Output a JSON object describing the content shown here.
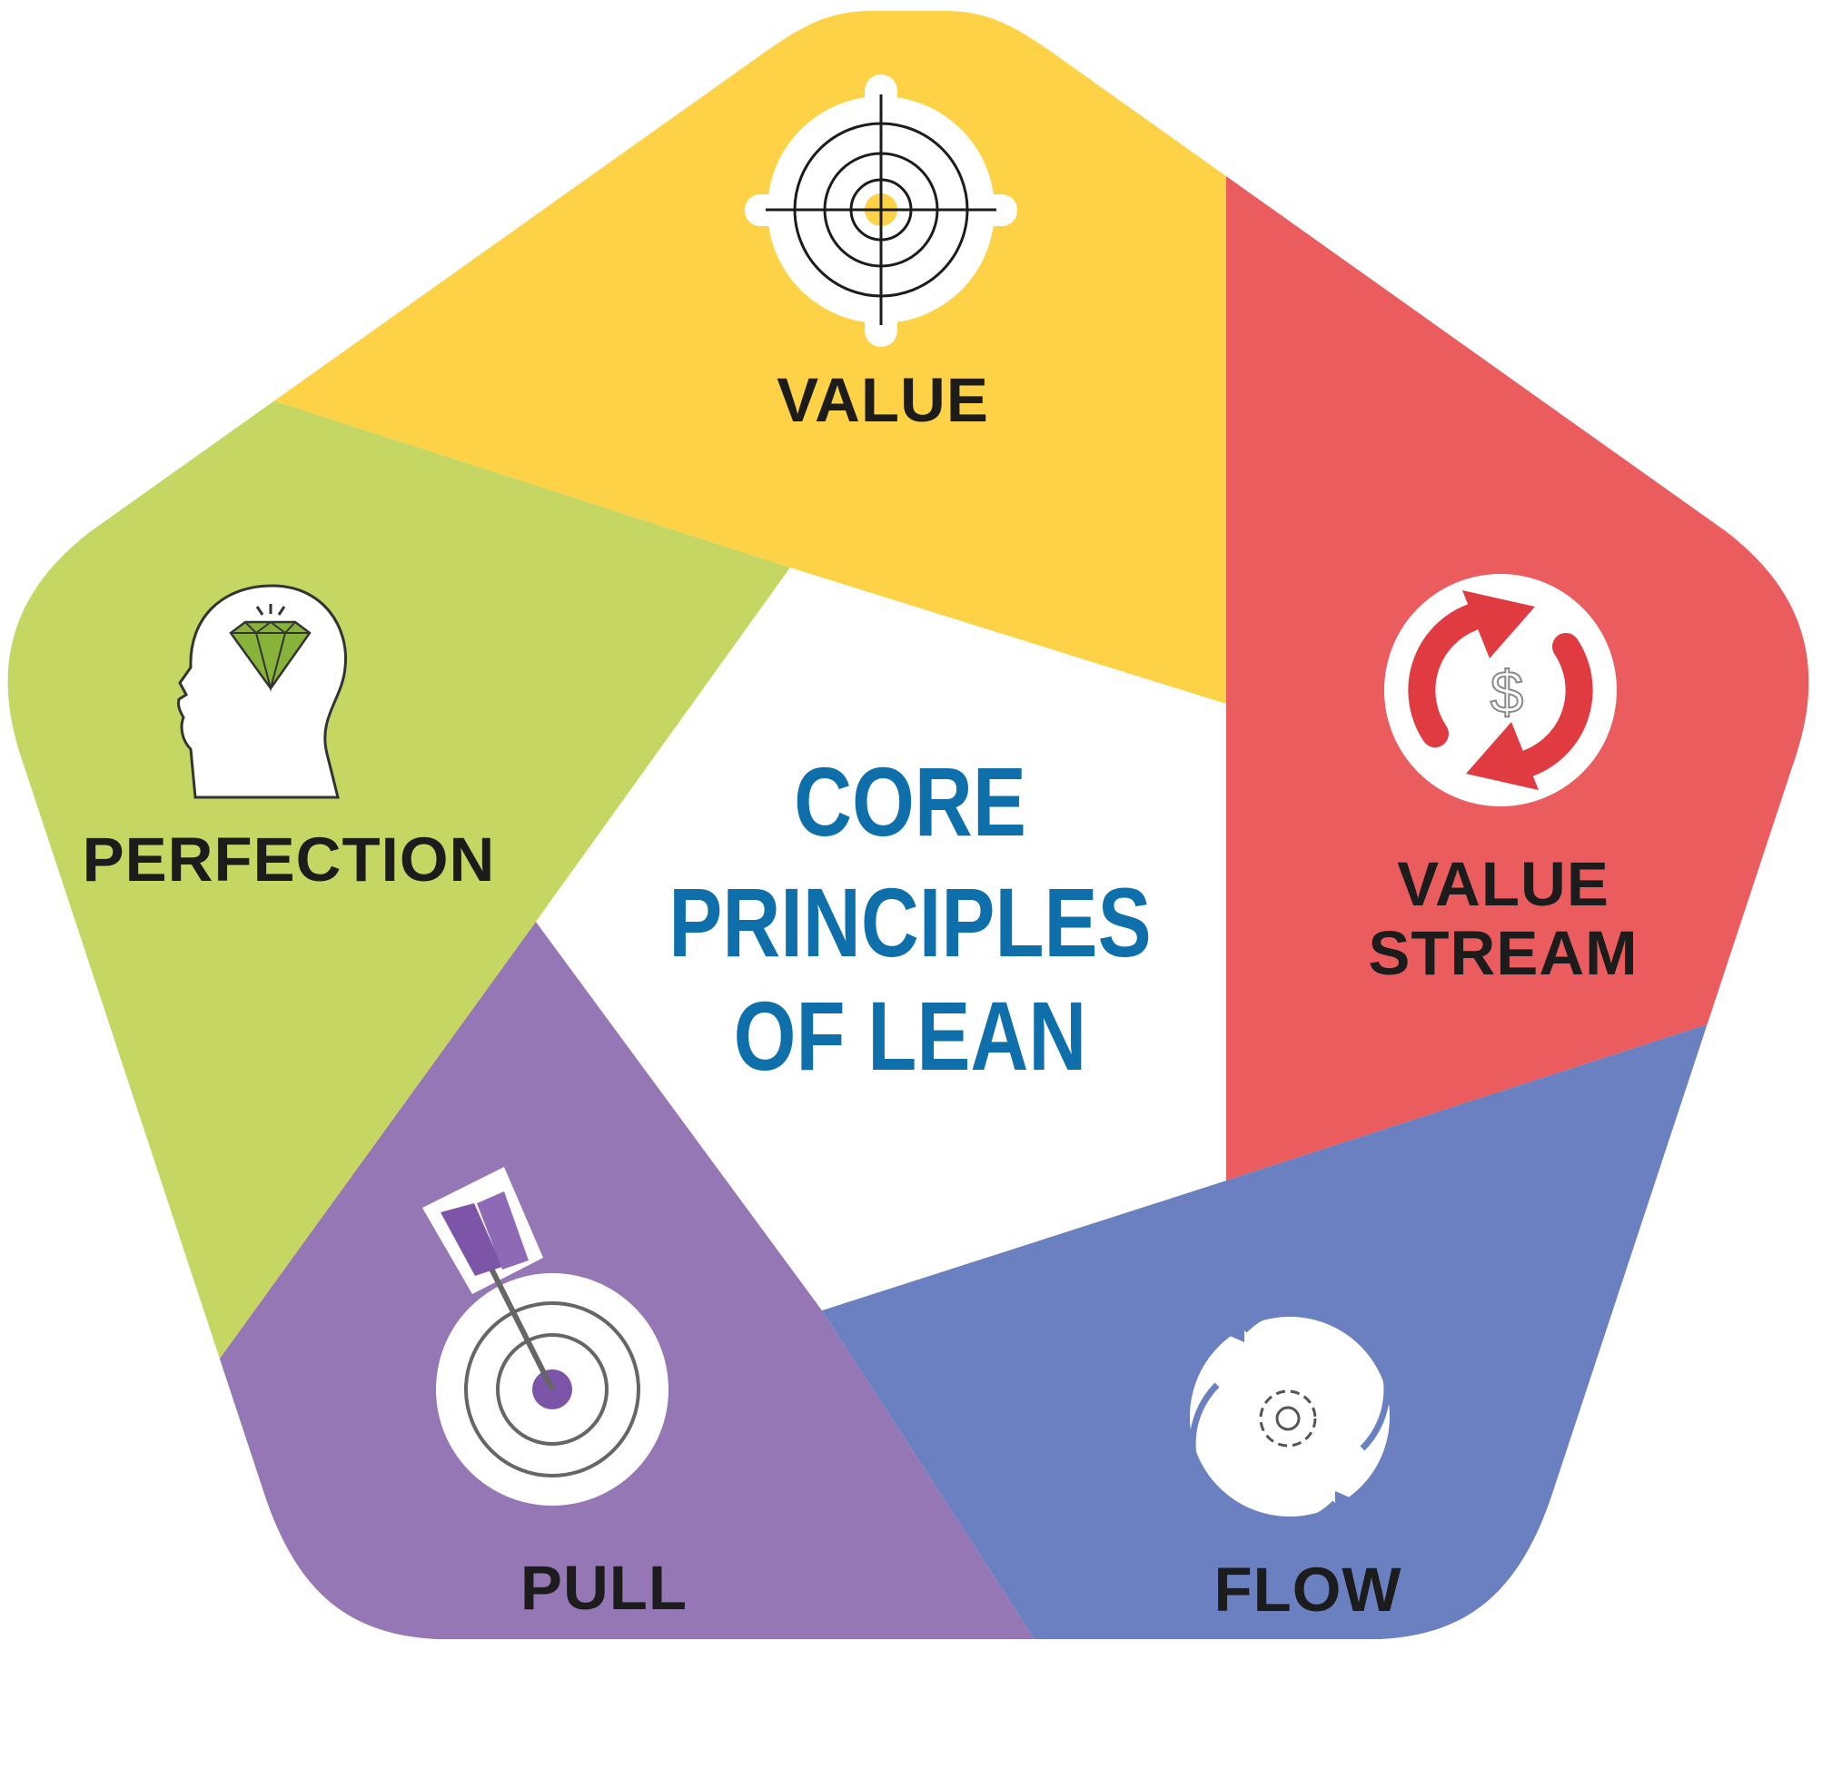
{
  "center_title": {
    "line1": "CORE",
    "line2": "PRINCIPLES",
    "line3": "OF LEAN"
  },
  "segments": {
    "value": {
      "label": "VALUE",
      "color": "#fdd247",
      "icon": "crosshair-target-icon"
    },
    "value_stream": {
      "label_line1": "VALUE",
      "label_line2": "STREAM",
      "color": "#ea5c5d",
      "icon": "cycle-dollar-icon"
    },
    "flow": {
      "label": "FLOW",
      "color": "#6a80c1",
      "icon": "gear-cycle-icon"
    },
    "pull": {
      "label": "PULL",
      "color": "#9677b5",
      "icon": "dart-bullseye-icon"
    },
    "perfection": {
      "label": "PERFECTION",
      "color": "#c5d762",
      "icon": "head-diamond-icon"
    }
  },
  "colors": {
    "center_text": "#0f6fab",
    "label_text": "#1c1c1c",
    "icon_red": "#e03b40",
    "icon_purple": "#7d55a8",
    "icon_green": "#7aa12e"
  }
}
